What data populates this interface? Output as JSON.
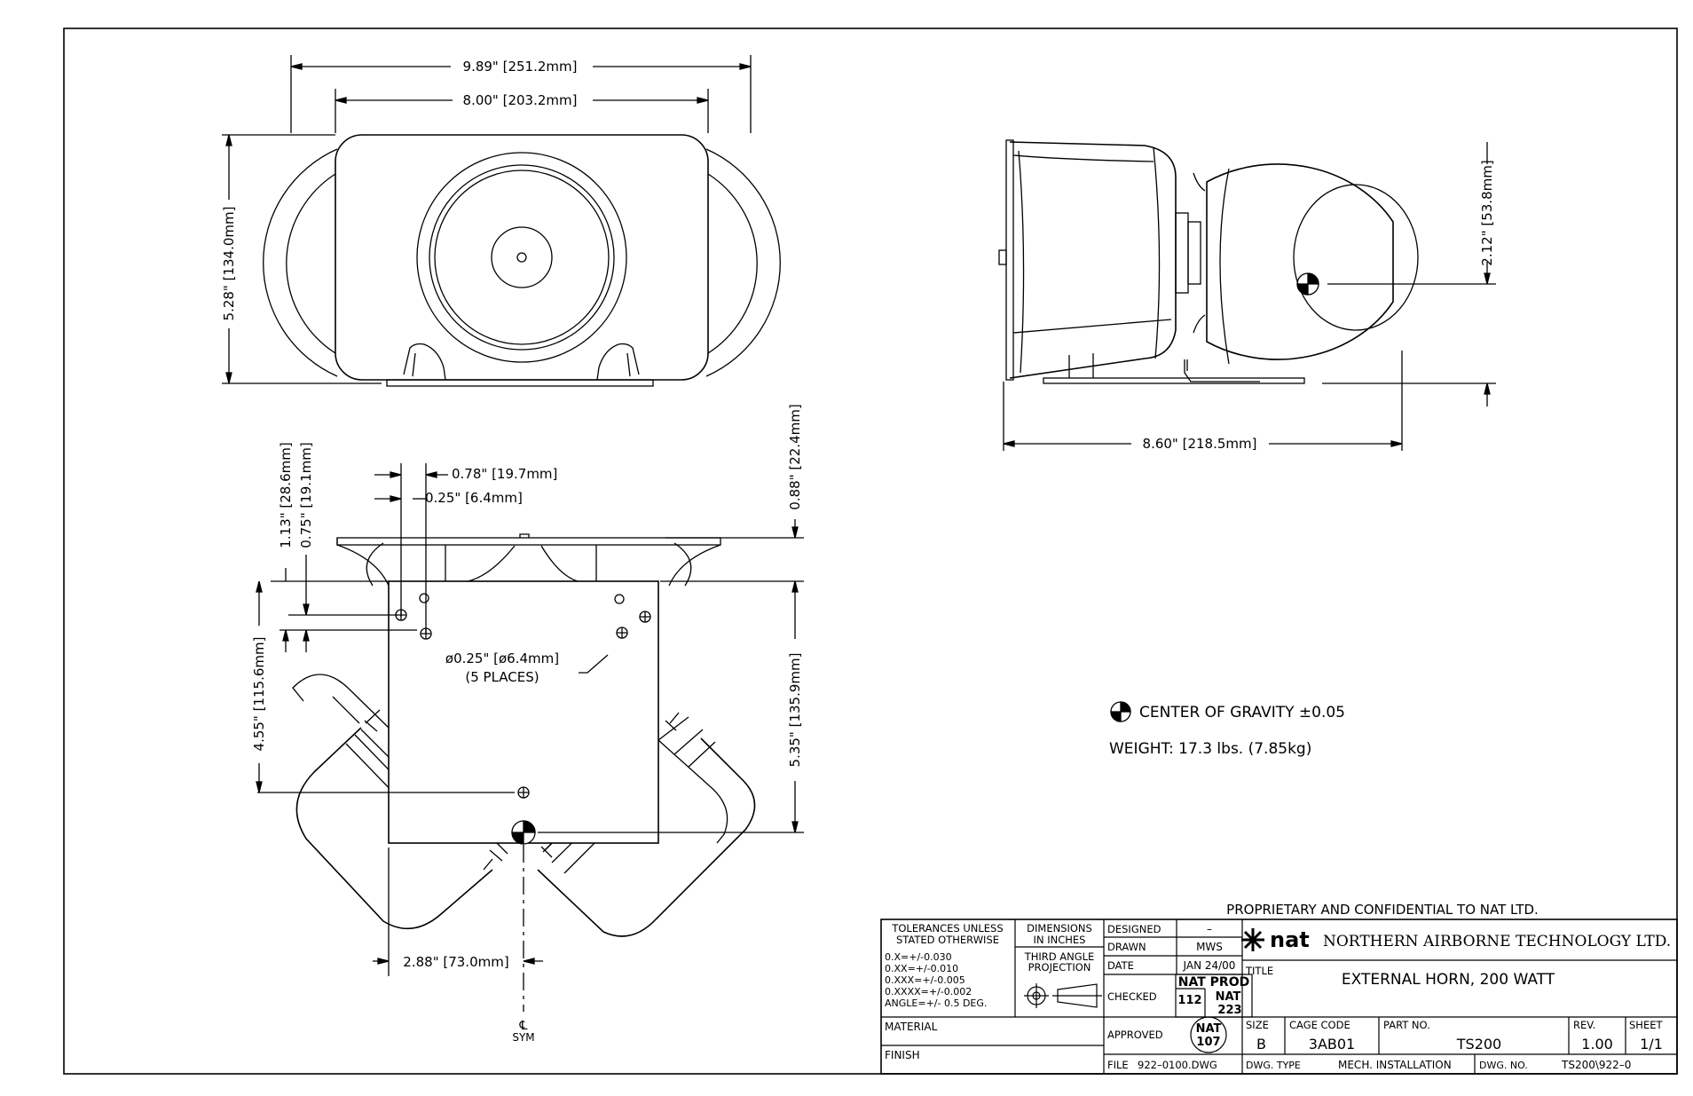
{
  "front_view": {
    "overall_width": "9.89\" [251.2mm]",
    "body_width": "8.00\" [203.2mm]",
    "height": "5.28\" [134.0mm]"
  },
  "side_view": {
    "cg_height": "2.12\" [53.8mm]",
    "depth": "8.60\" [218.5mm]"
  },
  "bottom_view": {
    "hole_x1": "0.78\" [19.7mm]",
    "hole_x2": "0.25\" [6.4mm]",
    "hole_y1": "1.13\" [28.6mm]",
    "hole_y2": "0.75\" [19.1mm]",
    "flange": "0.88\" [22.4mm]",
    "hole_callout_1": "ø0.25\" [ø6.4mm]",
    "hole_callout_2": "(5 PLACES)",
    "hole_span": "4.55\" [115.6mm]",
    "cg_offset": "5.35\" [135.9mm]",
    "cg_x": "2.88\" [73.0mm]",
    "centerline_glyph": "℄",
    "centerline_label": "SYM"
  },
  "notes": {
    "cg_label": "CENTER OF GRAVITY ±0.05",
    "weight": "WEIGHT: 17.3 lbs. (7.85kg)"
  },
  "title_block": {
    "proprietary": "PROPRIETARY AND CONFIDENTIAL TO NAT LTD.",
    "tolerances_title_1": "TOLERANCES UNLESS",
    "tolerances_title_2": "STATED OTHERWISE",
    "tol_1": "0.X=+/-0.030",
    "tol_2": "0.XX=+/-0.010",
    "tol_3": "0.XXX=+/-0.005",
    "tol_4": "0.XXXX=+/-0.002",
    "tol_5": "ANGLE=+/- 0.5 DEG.",
    "dims_1": "DIMENSIONS",
    "dims_2": "IN INCHES",
    "proj_1": "THIRD ANGLE",
    "proj_2": "PROJECTION",
    "material_label": "MATERIAL",
    "finish_label": "FINISH",
    "designed_label": "DESIGNED",
    "designed_value": "–",
    "drawn_label": "DRAWN",
    "drawn_value": "MWS",
    "date_label": "DATE",
    "date_value": "JAN 24/00",
    "checked_label": "CHECKED",
    "approved_label": "APPROVED",
    "stamp_nat_prod": "NAT PROD",
    "stamp_112": "112",
    "stamp_nat": "NAT",
    "stamp_223": "223",
    "stamp_approved_nat": "NAT",
    "stamp_approved_107": "107",
    "file_label": "FILE",
    "file_value": "922–0100.DWG",
    "logo": "nat",
    "company": "NORTHERN AIRBORNE TECHNOLOGY LTD.",
    "title_label": "TITLE",
    "title_value": "EXTERNAL HORN, 200 WATT",
    "size_label": "SIZE",
    "size_value": "B",
    "cage_label": "CAGE CODE",
    "cage_value": "3AB01",
    "part_label": "PART NO.",
    "part_value": "TS200",
    "rev_label": "REV.",
    "rev_value": "1.00",
    "sheet_label": "SHEET",
    "sheet_value": "1/1",
    "dwg_type_label": "DWG. TYPE",
    "dwg_type_value": "MECH. INSTALLATION",
    "dwg_no_label": "DWG. NO.",
    "dwg_no_value": "TS200\\922–0"
  }
}
